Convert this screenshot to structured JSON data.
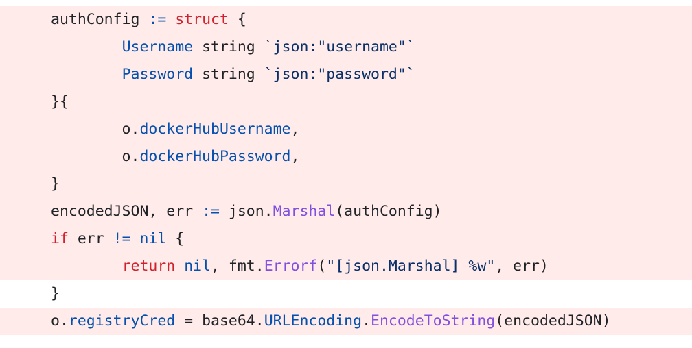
{
  "lines": [
    {
      "status": "deleted",
      "tokens": [
        {
          "text": "authConfig ",
          "cls": "tok-plain"
        },
        {
          "text": ":=",
          "cls": "tok-op"
        },
        {
          "text": " ",
          "cls": "tok-plain"
        },
        {
          "text": "struct",
          "cls": "tok-kw"
        },
        {
          "text": " {",
          "cls": "tok-plain"
        }
      ]
    },
    {
      "status": "deleted",
      "tokens": [
        {
          "text": "        ",
          "cls": "tok-plain"
        },
        {
          "text": "Username",
          "cls": "tok-fld"
        },
        {
          "text": " string ",
          "cls": "tok-plain"
        },
        {
          "text": "`json:\"username\"`",
          "cls": "tok-str"
        }
      ]
    },
    {
      "status": "deleted",
      "tokens": [
        {
          "text": "        ",
          "cls": "tok-plain"
        },
        {
          "text": "Password",
          "cls": "tok-fld"
        },
        {
          "text": " string ",
          "cls": "tok-plain"
        },
        {
          "text": "`json:\"password\"`",
          "cls": "tok-str"
        }
      ]
    },
    {
      "status": "deleted",
      "tokens": [
        {
          "text": "}{",
          "cls": "tok-plain"
        }
      ]
    },
    {
      "status": "deleted",
      "tokens": [
        {
          "text": "        o.",
          "cls": "tok-plain"
        },
        {
          "text": "dockerHubUsername",
          "cls": "tok-fld"
        },
        {
          "text": ",",
          "cls": "tok-plain"
        }
      ]
    },
    {
      "status": "deleted",
      "tokens": [
        {
          "text": "        o.",
          "cls": "tok-plain"
        },
        {
          "text": "dockerHubPassword",
          "cls": "tok-fld"
        },
        {
          "text": ",",
          "cls": "tok-plain"
        }
      ]
    },
    {
      "status": "deleted",
      "tokens": [
        {
          "text": "}",
          "cls": "tok-plain"
        }
      ]
    },
    {
      "status": "deleted",
      "tokens": [
        {
          "text": "encodedJSON, err ",
          "cls": "tok-plain"
        },
        {
          "text": ":=",
          "cls": "tok-op"
        },
        {
          "text": " json.",
          "cls": "tok-plain"
        },
        {
          "text": "Marshal",
          "cls": "tok-fn"
        },
        {
          "text": "(authConfig)",
          "cls": "tok-plain"
        }
      ]
    },
    {
      "status": "deleted",
      "tokens": [
        {
          "text": "if",
          "cls": "tok-kw"
        },
        {
          "text": " err ",
          "cls": "tok-plain"
        },
        {
          "text": "!=",
          "cls": "tok-op"
        },
        {
          "text": " ",
          "cls": "tok-plain"
        },
        {
          "text": "nil",
          "cls": "tok-op"
        },
        {
          "text": " {",
          "cls": "tok-plain"
        }
      ]
    },
    {
      "status": "deleted",
      "tokens": [
        {
          "text": "        ",
          "cls": "tok-plain"
        },
        {
          "text": "return",
          "cls": "tok-kw"
        },
        {
          "text": " ",
          "cls": "tok-plain"
        },
        {
          "text": "nil",
          "cls": "tok-op"
        },
        {
          "text": ", fmt.",
          "cls": "tok-plain"
        },
        {
          "text": "Errorf",
          "cls": "tok-fn"
        },
        {
          "text": "(",
          "cls": "tok-plain"
        },
        {
          "text": "\"[json.Marshal] %w\"",
          "cls": "tok-str"
        },
        {
          "text": ", err)",
          "cls": "tok-plain"
        }
      ]
    },
    {
      "status": "context",
      "tokens": [
        {
          "text": "}",
          "cls": "tok-plain"
        }
      ]
    },
    {
      "status": "deleted",
      "tokens": [
        {
          "text": "o.",
          "cls": "tok-plain"
        },
        {
          "text": "registryCred",
          "cls": "tok-fld"
        },
        {
          "text": " = base64.",
          "cls": "tok-plain"
        },
        {
          "text": "URLEncoding",
          "cls": "tok-fld"
        },
        {
          "text": ".",
          "cls": "tok-plain"
        },
        {
          "text": "EncodeToString",
          "cls": "tok-fn"
        },
        {
          "text": "(encodedJSON)",
          "cls": "tok-plain"
        }
      ]
    }
  ]
}
